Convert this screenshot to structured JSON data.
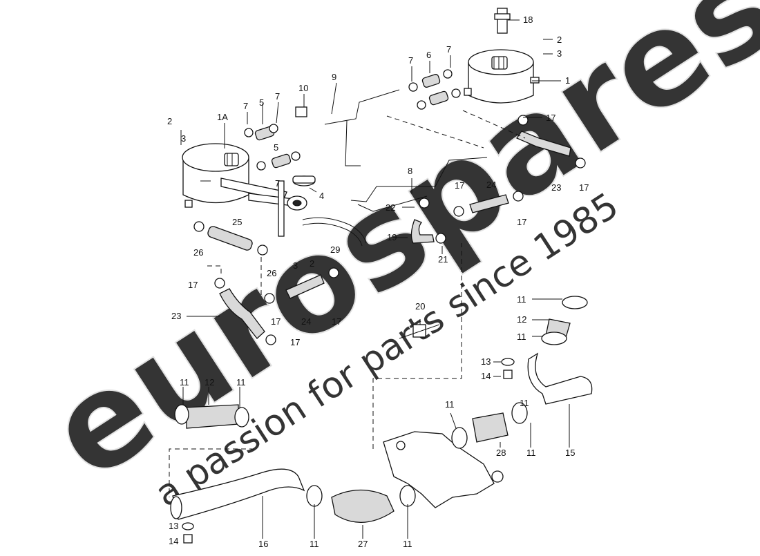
{
  "watermark": {
    "logo_text": "eurospares",
    "tagline": "a passion for parts since 1985",
    "color": "#e9e9e9",
    "tagline_color": "#f3f0b0"
  },
  "callouts": {
    "c1": "1",
    "c1a": "1A",
    "c2a": "2",
    "c2b": "2",
    "c2c": "2",
    "c3a": "3",
    "c3b": "3",
    "c3c": "3",
    "c4": "4",
    "c5a": "5",
    "c5b": "5",
    "c6": "6",
    "c7a": "7",
    "c7b": "7",
    "c7c": "7",
    "c7d": "7",
    "c7e": "7",
    "c8": "8",
    "c9": "9",
    "c10": "10",
    "c11a": "11",
    "c11b": "11",
    "c11c": "11",
    "c11d": "11",
    "c11e": "11",
    "c11f": "11",
    "c11g": "11",
    "c11h": "11",
    "c11i": "11",
    "c12a": "12",
    "c12b": "12",
    "c13a": "13",
    "c13b": "13",
    "c14a": "14",
    "c14b": "14",
    "c15": "15",
    "c16": "16",
    "c17a": "17",
    "c17b": "17",
    "c17c": "17",
    "c17d": "17",
    "c17e": "17",
    "c17f": "17",
    "c17g": "17",
    "c17h": "17",
    "c18": "18",
    "c19": "19",
    "c20": "20",
    "c21": "21",
    "c22": "22",
    "c23a": "23",
    "c23b": "23",
    "c24a": "24",
    "c24b": "24",
    "c25": "25",
    "c26a": "26",
    "c26b": "26",
    "c27": "27",
    "c28": "28",
    "c29": "29"
  }
}
